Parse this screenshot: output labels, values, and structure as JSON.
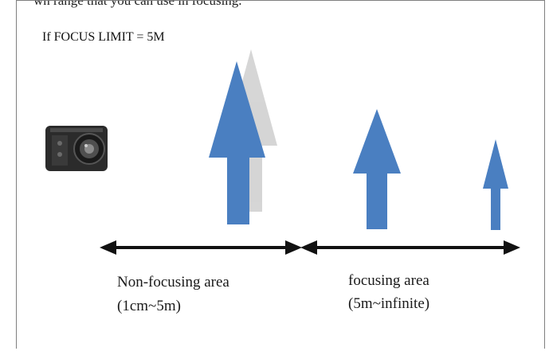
{
  "caption_top": "wn range that you can use in focusing.",
  "heading": "If FOCUS LIMIT = 5M",
  "zones": {
    "non_focusing": {
      "title": "Non-focusing area",
      "range": "(1cm~5m)"
    },
    "focusing": {
      "title": "focusing area",
      "range": "(5m~infinite)"
    }
  },
  "icons": {
    "camera": "camera-block-icon",
    "arrow": "up-arrow-icon",
    "double_arrow": "double-headed-arrow-icon"
  },
  "colors": {
    "arrow_blue": "#4a7fc1",
    "ghost_gray": "#c8c8c8",
    "line_black": "#111111",
    "frame_gray": "#7f7f7f"
  }
}
